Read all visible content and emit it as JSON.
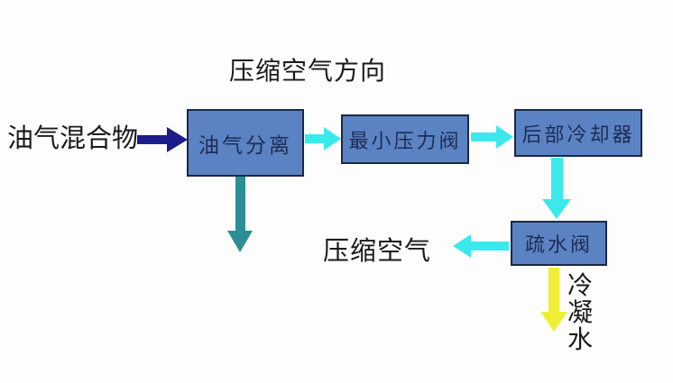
{
  "diagram": {
    "title": "压缩空气方向",
    "labels": {
      "input": "油气混合物",
      "compressed_air": "压缩空气",
      "condensate": "冷凝水"
    },
    "boxes": [
      {
        "id": "oil-gas-separation",
        "label": "油气分离"
      },
      {
        "id": "minimum-pressure-valve",
        "label": "最小压力阀"
      },
      {
        "id": "aftercooler",
        "label": "后部冷却器"
      },
      {
        "id": "drain-valve",
        "label": "疏水阀"
      }
    ],
    "arrows": [
      {
        "id": "input-to-separator",
        "direction": "right",
        "color": "#1c1c8a",
        "from": "油气混合物",
        "to": "油气分离"
      },
      {
        "id": "separator-to-valve",
        "direction": "right",
        "color": "#3be9ed",
        "from": "油气分离",
        "to": "最小压力阀"
      },
      {
        "id": "valve-to-aftercooler",
        "direction": "right",
        "color": "#3be9ed",
        "from": "最小压力阀",
        "to": "后部冷却器"
      },
      {
        "id": "separator-drain",
        "direction": "down",
        "color": "#2b8e94",
        "from": "油气分离",
        "to": ""
      },
      {
        "id": "aftercooler-to-drain-valve",
        "direction": "down",
        "color": "#3be9ed",
        "from": "后部冷却器",
        "to": "疏水阀"
      },
      {
        "id": "drain-valve-to-air",
        "direction": "left",
        "color": "#3be9ed",
        "from": "疏水阀",
        "to": "压缩空气"
      },
      {
        "id": "drain-valve-to-condensate",
        "direction": "down",
        "color": "#efef35",
        "from": "疏水阀",
        "to": "冷凝水"
      }
    ],
    "colors": {
      "box_fill": "#5b83c3",
      "box_border": "#1b2945",
      "box_text": "#1e2b55",
      "label_text": "#1a1a1a",
      "background": "#fdfdfd"
    }
  }
}
